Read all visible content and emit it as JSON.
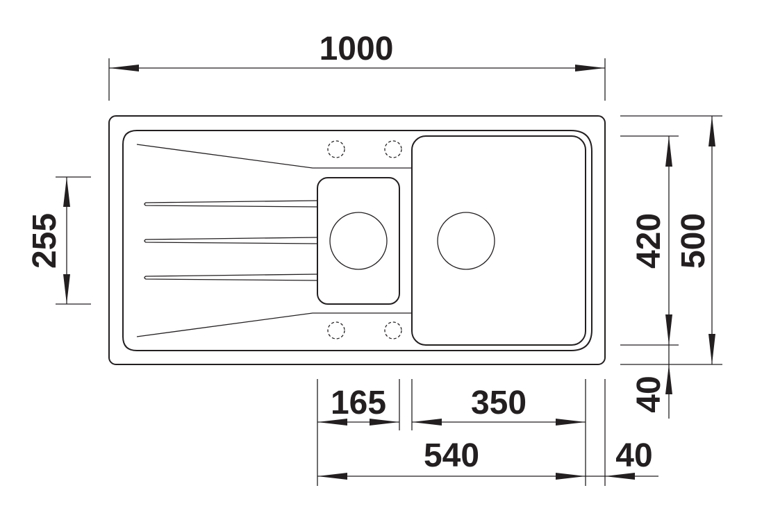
{
  "title": "Sink dimension drawing",
  "dimensions": {
    "overall_width": "1000",
    "drainer_groove_height": "255",
    "bowl_depth_inner": "420",
    "overall_depth": "500",
    "front_margin": "40",
    "small_bowl_width": "165",
    "large_bowl_width": "350",
    "bowls_total_width": "540",
    "right_margin": "40"
  }
}
